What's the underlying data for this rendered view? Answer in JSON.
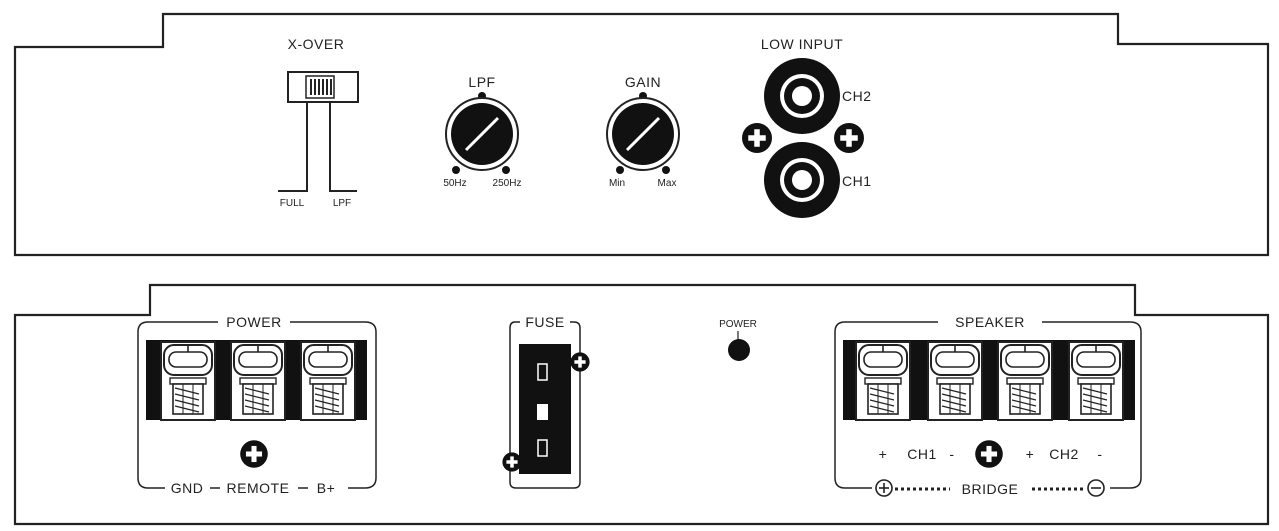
{
  "top_panel": {
    "xover": {
      "title": "X-OVER",
      "left": "FULL",
      "right": "LPF"
    },
    "lpf_knob": {
      "title": "LPF",
      "min": "50Hz",
      "max": "250Hz"
    },
    "gain_knob": {
      "title": "GAIN",
      "min": "Min",
      "max": "Max"
    },
    "low_input": {
      "title": "LOW INPUT",
      "ch2": "CH2",
      "ch1": "CH1"
    }
  },
  "bottom_panel": {
    "power_block": {
      "title": "POWER",
      "gnd": "GND",
      "remote": "REMOTE",
      "bplus": "B+"
    },
    "fuse": {
      "title": "FUSE"
    },
    "power_led": {
      "label": "POWER"
    },
    "speaker_block": {
      "title": "SPEAKER",
      "plus1": "+",
      "ch1": "CH1",
      "minus1": "-",
      "plus2": "+",
      "ch2": "CH2",
      "minus2": "-",
      "bridge": "BRIDGE"
    }
  },
  "colors": {
    "stroke": "#222222",
    "fill": "#111111",
    "background": "#ffffff"
  }
}
